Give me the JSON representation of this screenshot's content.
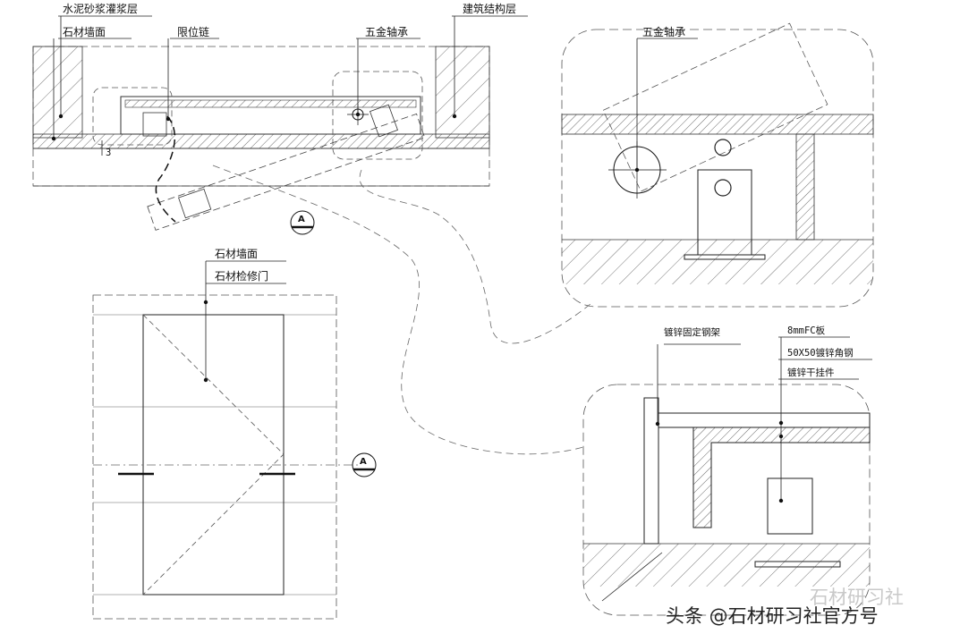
{
  "plan_labels": {
    "grout_layer": "水泥砂浆灌浆层",
    "stone_wall": "石材墙面",
    "limit_chain": "限位链",
    "hinge": "五金轴承",
    "structure_layer": "建筑结构层",
    "dim_3": "3"
  },
  "elevation_labels": {
    "stone_wall": "石材墙面",
    "access_door": "石材检修门"
  },
  "detail_hinge": {
    "hinge": "五金轴承"
  },
  "detail_bracket": {
    "frame": "镀锌固定钢架",
    "fc_board": "8mmFC板",
    "angle_steel": "50X50镀锌角钢",
    "dry_hanger": "镀锌干挂件"
  },
  "section_marker": {
    "letter": "A"
  },
  "watermark": {
    "text": "头条 @石材研习社官方号",
    "faded": "石材研习社"
  }
}
